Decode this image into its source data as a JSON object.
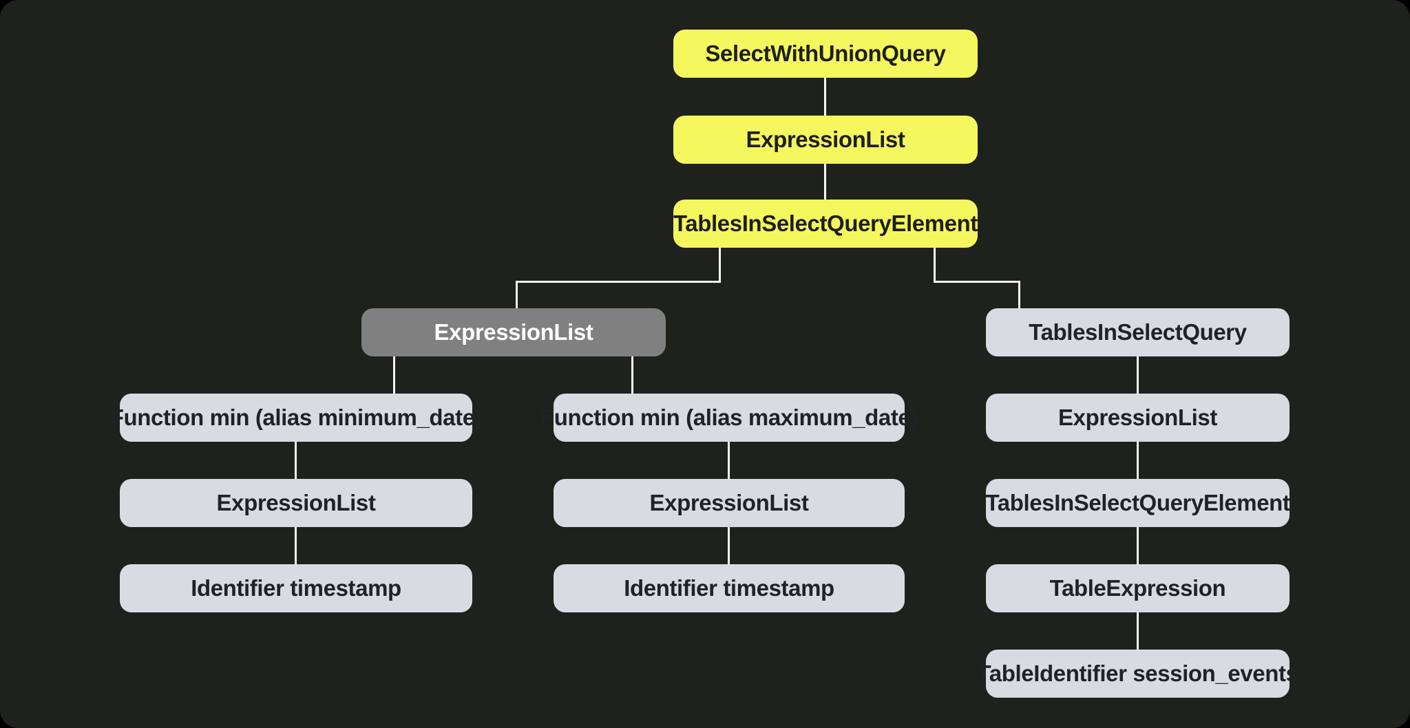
{
  "diagram": {
    "description": "SQL abstract syntax tree (AST) visualization",
    "selected_node_label": "ExpressionList",
    "colors": {
      "page_background": "#000000",
      "panel_background": "#1f211c",
      "highlight_node": "#f5f75e",
      "highlight_text": "#1e1f1a",
      "selected_node": "#808080",
      "selected_text": "#ffffff",
      "plain_node": "#d8dbe2",
      "plain_text": "#202227",
      "connector": "#faf9f5"
    }
  },
  "tree": {
    "nodes": [
      {
        "id": "root",
        "label": "SelectWithUnionQuery",
        "variant": "highlight"
      },
      {
        "id": "exprTop",
        "label": "ExpressionList",
        "variant": "highlight"
      },
      {
        "id": "tisqeTop",
        "label": "TablesInSelectQueryElement",
        "variant": "highlight"
      },
      {
        "id": "exprSel",
        "label": "ExpressionList",
        "variant": "selected"
      },
      {
        "id": "fnMin",
        "label": "Function min (alias minimum_date)",
        "variant": "plain"
      },
      {
        "id": "exprLeft",
        "label": "ExpressionList",
        "variant": "plain"
      },
      {
        "id": "identLeft",
        "label": "Identifier timestamp",
        "variant": "plain"
      },
      {
        "id": "fnMax",
        "label": "Function min (alias maximum_date)",
        "variant": "plain"
      },
      {
        "id": "exprMid",
        "label": "ExpressionList",
        "variant": "plain"
      },
      {
        "id": "identMid",
        "label": "Identifier timestamp",
        "variant": "plain"
      },
      {
        "id": "tisq",
        "label": "TablesInSelectQuery",
        "variant": "plain"
      },
      {
        "id": "exprRight",
        "label": "ExpressionList",
        "variant": "plain"
      },
      {
        "id": "tisqeRight",
        "label": "TablesInSelectQueryElement",
        "variant": "plain"
      },
      {
        "id": "tableExpr",
        "label": "TableExpression",
        "variant": "plain"
      },
      {
        "id": "tableIdent",
        "label": "TableIdentifier session_events",
        "variant": "plain"
      }
    ],
    "edges": [
      [
        "root",
        "exprTop"
      ],
      [
        "exprTop",
        "tisqeTop"
      ],
      [
        "tisqeTop",
        "exprSel"
      ],
      [
        "tisqeTop",
        "tisq"
      ],
      [
        "exprSel",
        "fnMin"
      ],
      [
        "exprSel",
        "fnMax"
      ],
      [
        "fnMin",
        "exprLeft"
      ],
      [
        "exprLeft",
        "identLeft"
      ],
      [
        "fnMax",
        "exprMid"
      ],
      [
        "exprMid",
        "identMid"
      ],
      [
        "tisq",
        "exprRight"
      ],
      [
        "exprRight",
        "tisqeRight"
      ],
      [
        "tisqeRight",
        "tableExpr"
      ],
      [
        "tableExpr",
        "tableIdent"
      ]
    ]
  }
}
